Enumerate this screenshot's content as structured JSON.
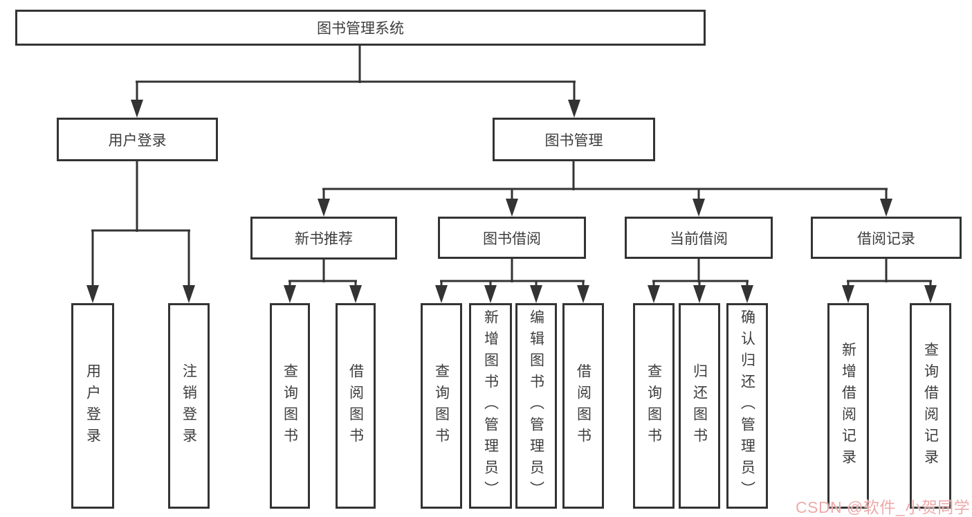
{
  "colors": {
    "line": "#333333",
    "text": "#3d3d3d",
    "background": "#ffffff",
    "watermark": "#efa9a9"
  },
  "tree": {
    "root": "图书管理系统",
    "level2": [
      {
        "label": "用户登录"
      },
      {
        "label": "图书管理"
      }
    ],
    "level3": [
      {
        "label": "新书推荐"
      },
      {
        "label": "图书借阅"
      },
      {
        "label": "当前借阅"
      },
      {
        "label": "借阅记录"
      }
    ],
    "leaves": {
      "user_login": [
        "用户登录",
        "注销登录"
      ],
      "new_book_recommend": [
        "查询图书",
        "借阅图书"
      ],
      "book_borrow": [
        "查询图书",
        "新增图书（管理员）",
        "编辑图书（管理员）",
        "借阅图书"
      ],
      "current_borrow": [
        "查询图书",
        "归还图书",
        "确认归还（管理员）"
      ],
      "borrow_record": [
        "新增借阅记录",
        "查询借阅记录"
      ]
    }
  },
  "watermark": "CSDN @软件_小贺同学"
}
